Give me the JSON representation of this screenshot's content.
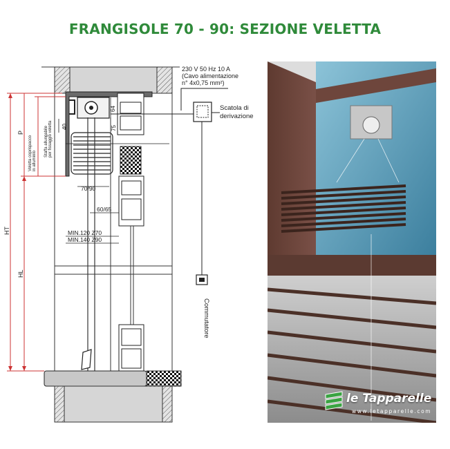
{
  "title": "FRANGISOLE 70 - 90: SEZIONE VELETTA",
  "power": {
    "line1": "230 V 50 Hz 10 A",
    "line2": "(Cavo alimentazione",
    "line3": "n° 4x0,75 mm²)"
  },
  "junction_box": {
    "line1": "Scatola di",
    "line2": "derivazione"
  },
  "switch_label": "Commutatore",
  "side_labels": {
    "bracket_line1": "Staffa allungabile",
    "bracket_line2": "per fissaggio veletta",
    "cover_line1": "Veletta coprispacco",
    "cover_line2": "in alluminio"
  },
  "dimensions": {
    "p": "P",
    "ht": "HT",
    "hl": "HL",
    "d64": "64",
    "d75": "75",
    "d40": "40",
    "w7090": "70/90",
    "w6065": "60/65",
    "min_z70": "MIN.120 Z70",
    "min_z90": "MIN.140 Z90"
  },
  "brand": {
    "name": "le Tapparelle",
    "url": "www.letapparelle.com"
  },
  "colors": {
    "title_green": "#2f8a3a",
    "dimension_red": "#cc3333",
    "wall_gray": "#d6d6d6",
    "slat_brown": "#4b3027",
    "wall_blue": "#5a9fbd",
    "brand_green": "#3aa342"
  }
}
